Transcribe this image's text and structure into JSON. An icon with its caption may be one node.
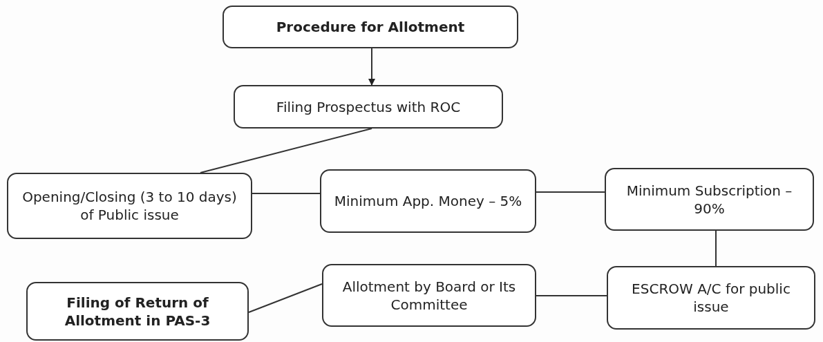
{
  "diagram": {
    "nodes": [
      {
        "text": [
          "Procedure for Allotment"
        ]
      },
      {
        "text": [
          "Filing Prospectus with ROC"
        ]
      },
      {
        "text": [
          "Opening/Closing (3 to 10 days) of Public issue"
        ]
      },
      {
        "text": [
          "Minimum App. Money – 5%"
        ]
      },
      {
        "text": [
          "Minimum Subscription – 90%"
        ]
      },
      {
        "text": [
          "ESCROW A/C for public issue"
        ]
      },
      {
        "text": [
          "Allotment by Board or Its Committee"
        ]
      },
      {
        "text": [
          "Filing of Return of Allotment in PAS-3"
        ]
      }
    ],
    "edges": [
      {
        "from": 0,
        "to": 1,
        "arrow": "to"
      },
      {
        "from": 1,
        "to": 2,
        "arrow": "none"
      },
      {
        "from": 2,
        "to": 3,
        "arrow": "none"
      },
      {
        "from": 3,
        "to": 4,
        "arrow": "none"
      },
      {
        "from": 4,
        "to": 5,
        "arrow": "none"
      },
      {
        "from": 5,
        "to": 6,
        "arrow": "none"
      },
      {
        "from": 6,
        "to": 7,
        "arrow": "none"
      }
    ]
  }
}
